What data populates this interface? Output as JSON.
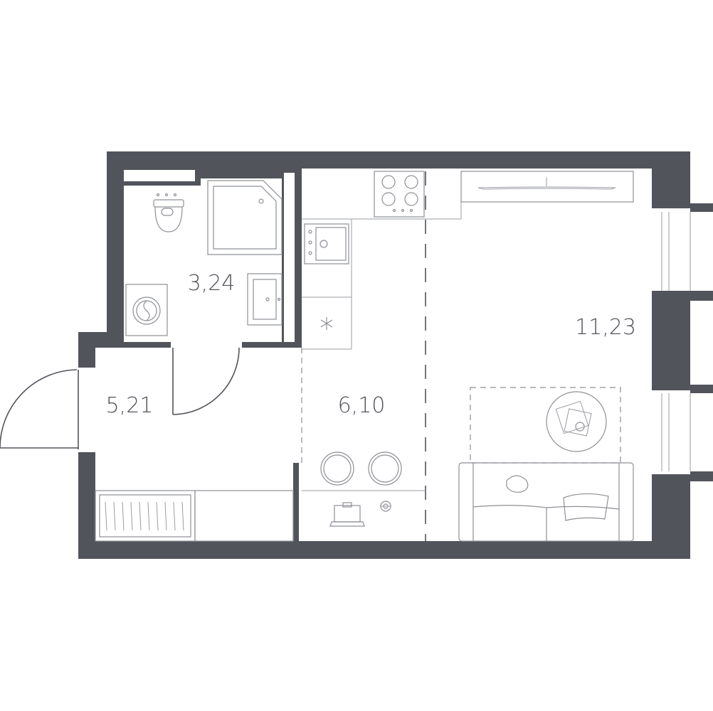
{
  "rooms": [
    {
      "id": "bathroom",
      "area": "3,24"
    },
    {
      "id": "hallway",
      "area": "5,21"
    },
    {
      "id": "kitchen",
      "area": "6,10"
    },
    {
      "id": "living-room",
      "area": "11,23"
    }
  ],
  "colors": {
    "wall": "#52545c",
    "furniture_line": "#8e9096",
    "background": "#ffffff"
  }
}
